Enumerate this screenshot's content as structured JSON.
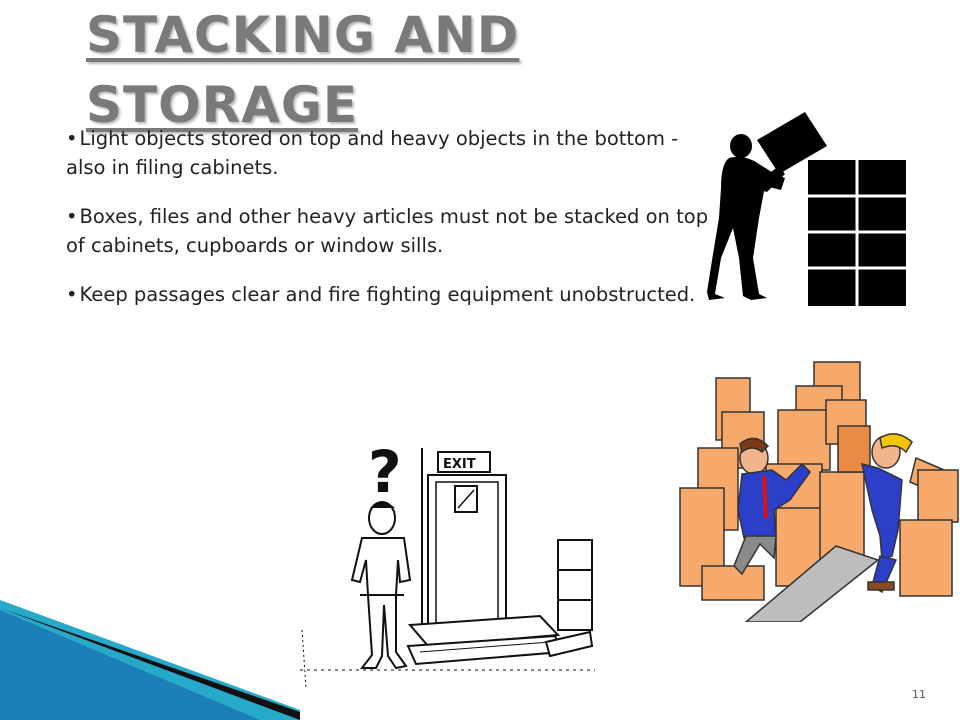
{
  "slide": {
    "title": "STACKING AND STORAGE",
    "bullets": [
      {
        "marker": "•",
        "text": "Light objects stored on top and heavy objects in the bottom - also in filing cabinets."
      },
      {
        "marker": "•",
        "text": "Boxes, files and other heavy articles must not be stacked on top of cabinets, cupboards or window sills."
      },
      {
        "marker": "•",
        "text": "Keep passages clear and fire fighting equipment unobstructed."
      }
    ],
    "page_number": "11",
    "exit_sign": "EXIT",
    "question_mark": "?",
    "colors": {
      "title": "#7a7a7a",
      "box": "#f7a96b",
      "box_dark": "#e98a45",
      "worker_shirt": "#2b3fc9",
      "hard_hat": "#f5c400",
      "deco_blue": "#1c7fb8",
      "deco_teal": "#27a9c9"
    },
    "icons": [
      "person-carrying-box-icon",
      "stacked-boxes-icon",
      "confused-man-at-exit-illustration",
      "workers-falling-boxes-illustration"
    ]
  }
}
